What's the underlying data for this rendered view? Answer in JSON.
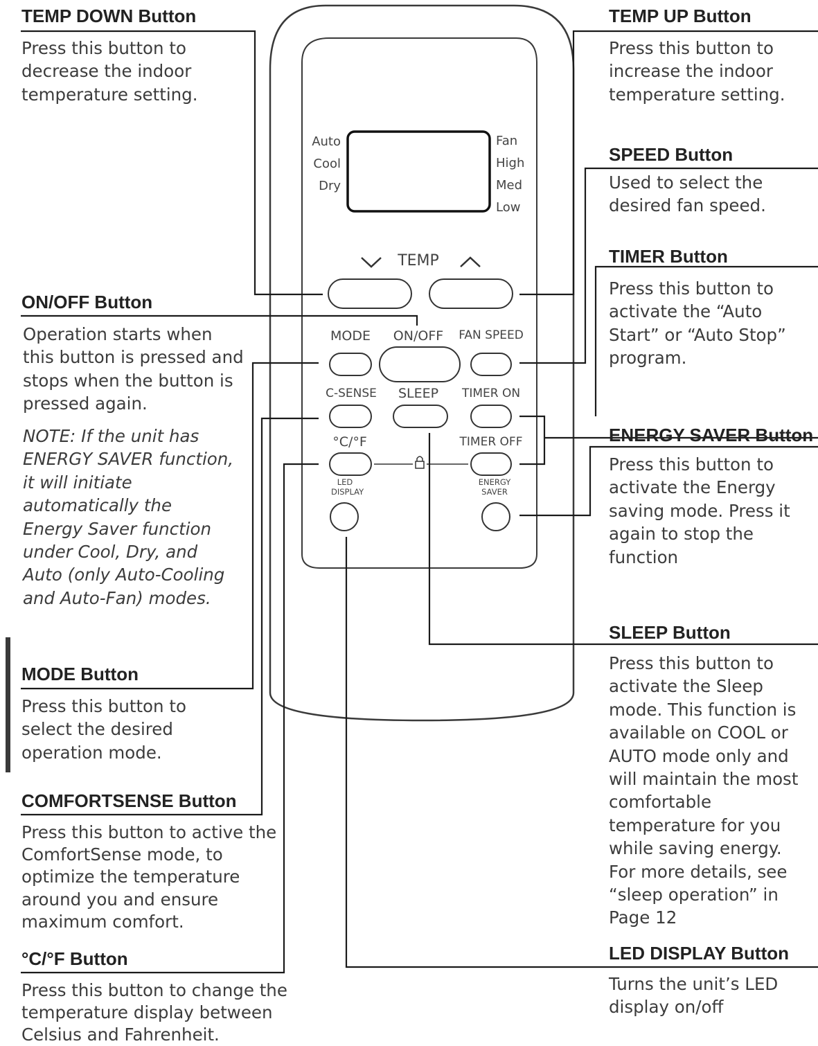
{
  "callouts": {
    "temp_down": {
      "title": "TEMP DOWN Button",
      "desc": "Press this button to decrease the indoor temperature setting."
    },
    "temp_up": {
      "title": "TEMP UP Button",
      "desc": "Press this button to increase the indoor temperature setting."
    },
    "speed": {
      "title": "SPEED Button",
      "desc": "Used to select the desired fan speed."
    },
    "timer": {
      "title": "TIMER Button",
      "desc": "Press this button to activate the “Auto Start” or “Auto Stop” program."
    },
    "onoff": {
      "title": "ON/OFF Button",
      "desc": "Operation starts when this button is pressed and stops when the button is pressed again.",
      "note": "NOTE: If the unit has ENERGY SAVER function, it will initiate automatically the Energy Saver function under Cool, Dry, and Auto (only Auto-Cooling and Auto-Fan) modes."
    },
    "energy_saver": {
      "title": "ENERGY SAVER Button",
      "desc": "Press this button to activate the Energy saving mode. Press it again to stop the function"
    },
    "mode": {
      "title": "MODE Button",
      "desc": "Press this button to select the desired operation mode."
    },
    "sleep": {
      "title": "SLEEP Button",
      "desc": "Press this button to activate the Sleep mode. This function is available on COOL or AUTO mode only and will maintain the most comfortable temperature for you while saving energy. For more details, see “sleep operation” in Page 12"
    },
    "comfortsense": {
      "title": "COMFORTSENSE Button",
      "desc": "Press this button to active the ComfortSense mode, to optimize the temperature around you and ensure maximum comfort."
    },
    "cf": {
      "title": "°C/°F Button",
      "desc": "Press this button to change the temperature display between Celsius and Fahrenheit."
    },
    "led_display": {
      "title": "LED DISPLAY Button",
      "desc": "Turns the unit’s LED display on/off"
    }
  },
  "remote": {
    "display_left": [
      "Auto",
      "Cool",
      "Dry"
    ],
    "display_right": [
      "Fan",
      "High",
      "Med",
      "Low"
    ],
    "temp_label": "TEMP",
    "mode": "MODE",
    "onoff": "ON/OFF",
    "fan_speed": "FAN SPEED",
    "csense": "C-SENSE",
    "sleep": "SLEEP",
    "timer_on": "TIMER ON",
    "cf": "°C/°F",
    "timer_off": "TIMER OFF",
    "led_display": "LED DISPLAY",
    "energy_saver": "ENERGY SAVER"
  }
}
